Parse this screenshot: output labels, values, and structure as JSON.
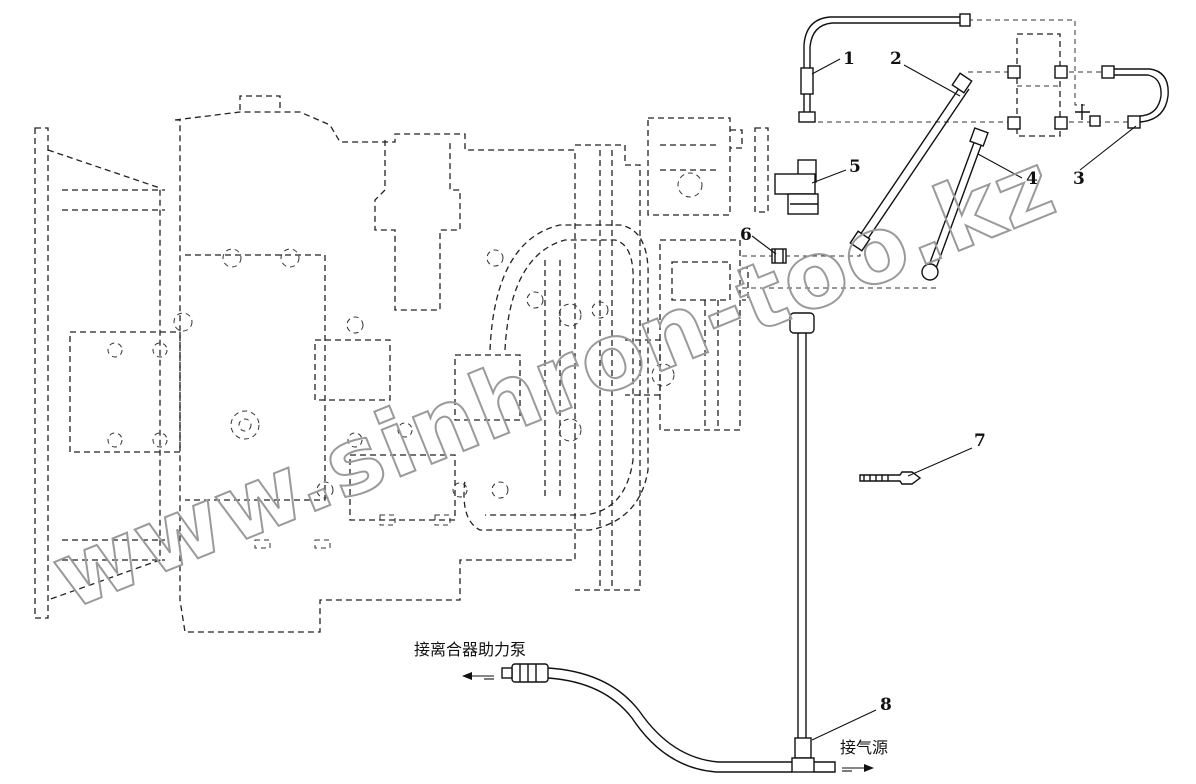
{
  "callouts": [
    {
      "id": "1",
      "label": "1"
    },
    {
      "id": "2",
      "label": "2"
    },
    {
      "id": "3",
      "label": "3"
    },
    {
      "id": "4",
      "label": "4"
    },
    {
      "id": "5",
      "label": "5"
    },
    {
      "id": "6",
      "label": "6"
    },
    {
      "id": "7",
      "label": "7"
    },
    {
      "id": "8",
      "label": "8"
    }
  ],
  "labels": {
    "clutch_pump": "接离合器助力泵",
    "air_source": "接气源"
  },
  "watermark": "www.sinhron-too.kz",
  "colors": {
    "line": "#111111",
    "watermark": "#9a9a9a",
    "background": "#ffffff"
  }
}
